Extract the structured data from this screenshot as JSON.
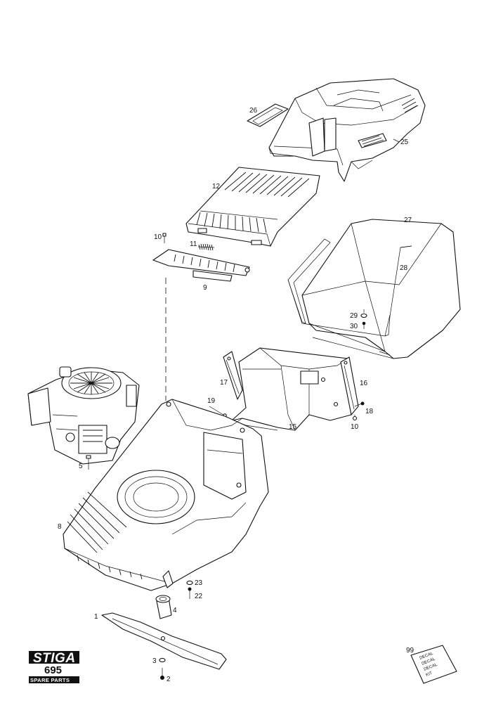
{
  "brand": {
    "logo": "STIGA",
    "model": "695",
    "caption": "SPARE PARTS"
  },
  "decal_kit_text": [
    "DECAL",
    "DECAL",
    "DECAL",
    "KIT"
  ],
  "part_numbers": {
    "blade": "1",
    "blade_bolt": "2",
    "blade_washer": "3",
    "blade_hub": "4",
    "engine_bolt": "5",
    "deck": "8",
    "handle_bracket": "9",
    "screw_bracket": "10",
    "screw_chute": "10",
    "spring": "11",
    "hood": "12",
    "chute": "15",
    "side_plate_right": "16",
    "side_plate_left": "17",
    "chute_bolt": "18",
    "pin": "19",
    "deck_bolt": "22",
    "deck_washer": "23",
    "top_cover": "25",
    "cover_frame": "26",
    "grass_bag": "27",
    "bag_frame": "28",
    "bag_washer": "29",
    "bag_screw": "30",
    "decal_kit": "99"
  }
}
